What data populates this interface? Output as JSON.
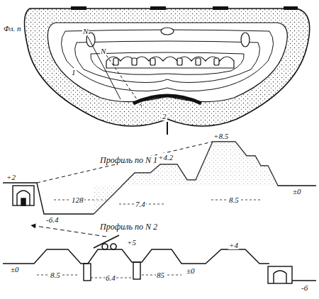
{
  "diagram": {
    "labels": [
      "Фл. п",
      "N",
      "1",
      "N",
      "2",
      "Профиль по N 1",
      "+2",
      "128",
      "-6.4",
      "7.4",
      "+4.2",
      "+8.5",
      "8.5",
      "±0",
      "Профиль по N 2",
      "±0",
      "8.5",
      "+5",
      "6.4",
      "85",
      "±0",
      "+4",
      "-6"
    ]
  }
}
